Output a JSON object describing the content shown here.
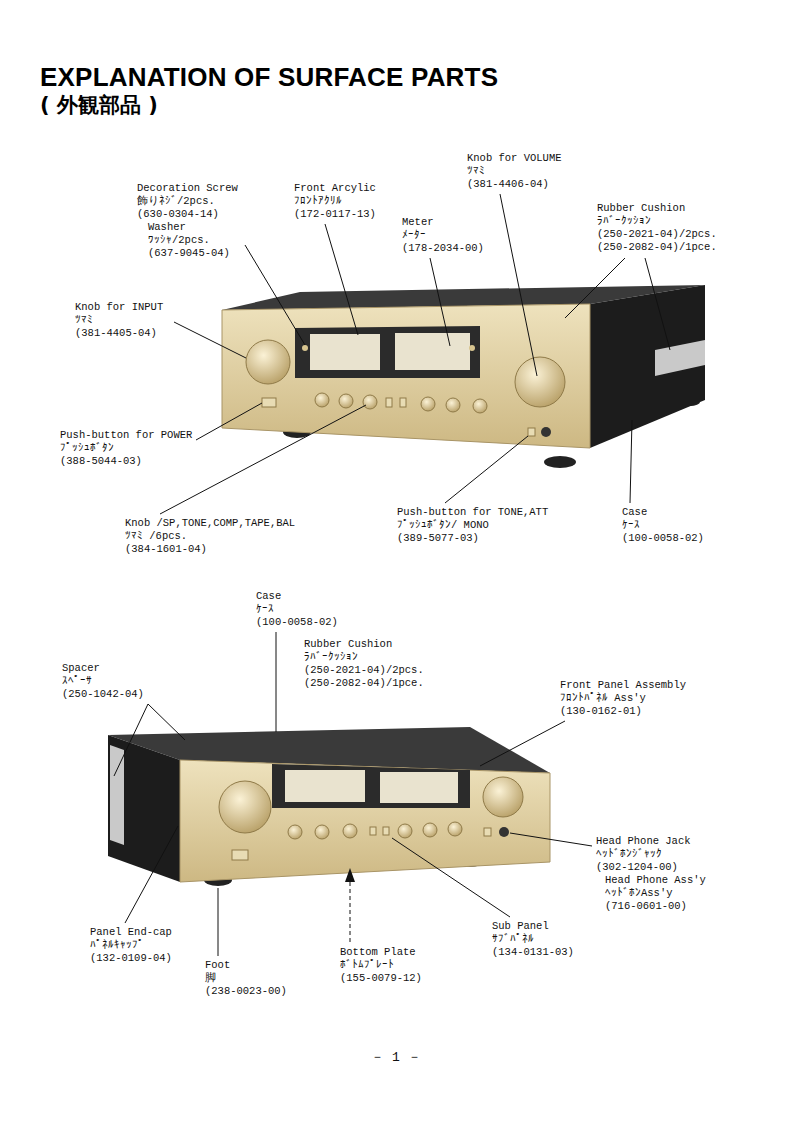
{
  "diagram": {
    "title": "EXPLANATION OF SURFACE PARTS",
    "labels": [
      "( 外観部品 )",
      "Decoration Screw",
      "飾りﾈｼﾞ/2pcs.",
      "(630-0304-14)",
      "Washer",
      "ﾜｯｼｬ/2pcs.",
      "(637-9045-04)",
      "Front Arcylic",
      "ﾌﾛﾝﾄｱｸﾘﾙ",
      "(172-0117-13)",
      "Knob for VOLUME",
      "ﾂﾏﾐ",
      "(381-4406-04)",
      "Rubber Cushion",
      "ﾗﾊﾞｰｸｯｼｮﾝ",
      "(250-2021-04)/2pcs.",
      "(250-2082-04)/1pce.",
      "Meter",
      "ﾒｰﾀｰ",
      "(178-2034-00)",
      "Knob for INPUT",
      "ﾂﾏﾐ",
      "(381-4405-04)",
      "Push-button for POWER",
      "ﾌﾟｯｼｭﾎﾞﾀﾝ",
      "(388-5044-03)",
      "Knob /SP,TONE,COMP,TAPE,BAL",
      "ﾂﾏﾐ /6pcs.",
      "(384-1601-04)",
      "Push-button for TONE,ATT",
      "ﾌﾟｯｼｭﾎﾞﾀﾝ/ MONO",
      "(389-5077-03)",
      "Case",
      "ｹｰｽ",
      "(100-0058-02)",
      "Case",
      "ｹｰｽ",
      "(100-0058-02)",
      "Rubber Cushion",
      "ﾗﾊﾞｰｸｯｼｮﾝ",
      "(250-2021-04)/2pcs.",
      "(250-2082-04)/1pce.",
      "Spacer",
      "ｽﾍﾟｰｻ",
      "(250-1042-04)",
      "Front Panel Assembly",
      "ﾌﾛﾝﾄﾊﾟﾈﾙ Ass'y",
      "(130-0162-01)",
      "Head Phone Jack",
      "ﾍｯﾄﾞﾎﾝｼﾞｬｯｸ",
      "(302-1204-00)",
      "Head Phone Ass'y",
      "ﾍｯﾄﾞﾎﾝAss'y",
      "(716-0601-00)",
      "Sub Panel",
      "ｻﾌﾞﾊﾟﾈﾙ",
      "(134-0131-03)",
      "Panel End-cap",
      "ﾊﾟﾈﾙｷｬｯﾌﾟ",
      "(132-0109-04)",
      "Foot",
      "脚",
      "(238-0023-00)",
      "Bottom Plate",
      "ﾎﾞﾄﾑﾌﾟﾚｰﾄ",
      "(155-0079-12)",
      "－ 1 －"
    ]
  }
}
